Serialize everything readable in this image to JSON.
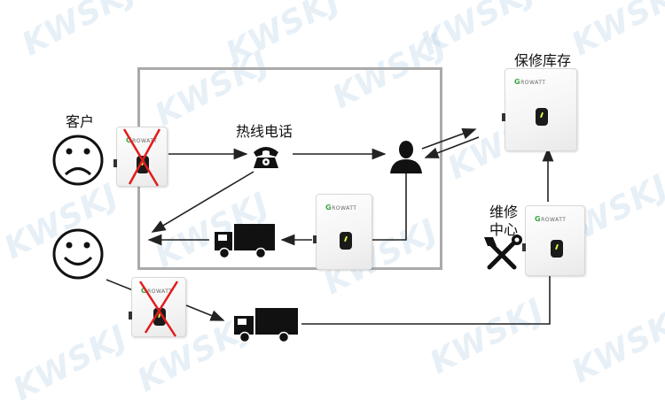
{
  "watermark": {
    "text": "KWSKJ"
  },
  "labels": {
    "customer": "客户",
    "hotline": "热线电话",
    "warranty_stock": "保修库存",
    "repair_center_line1": "维修",
    "repair_center_line2": "中心"
  },
  "inverter_brand": {
    "prefix": "G",
    "rest": "ROWATT"
  },
  "colors": {
    "frame": "#aaaaaa",
    "arrow": "#222222",
    "cross": "#e21b1b",
    "accent": "#3aa640"
  },
  "icons": {
    "sad_face": "sad-face-icon",
    "happy_face": "happy-face-icon",
    "telephone": "telephone-icon",
    "person": "person-icon",
    "truck": "truck-icon",
    "tools": "tools-icon"
  }
}
